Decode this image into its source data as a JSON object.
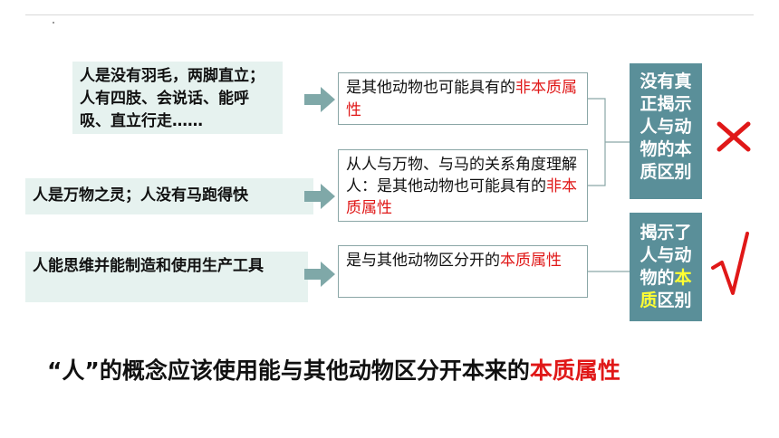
{
  "left_items": [
    {
      "text": "人是没有羽毛，两脚直立；人有四肢、会说话、能呼吸、直立行走……"
    },
    {
      "text": "人是万物之灵；人没有马跑得快"
    },
    {
      "text": "人能思维并能制造和使用生产工具"
    }
  ],
  "mid_items": [
    {
      "plain": "是其他动物也可能具有的",
      "highlight": "非本质属性"
    },
    {
      "plain": "从人与万物、与马的关系角度理解人：是其他动物也可能具有的",
      "highlight": "非本质属性"
    },
    {
      "plain": "是与其他动物区分开的",
      "highlight": "本质属性"
    }
  ],
  "right_items": [
    {
      "text": "没有真正揭示人与动物的本质区别"
    },
    {
      "pre": "揭示了人与动物的",
      "hl1": "本",
      "hl2": "质",
      "post": "区别"
    }
  ],
  "marks": {
    "wrong": "✕",
    "right": "√"
  },
  "conclusion": {
    "plain": "“人”的概念应该使用能与其他动物区分开本来的",
    "highlight": "本质属性"
  },
  "colors": {
    "teal": "#5a8f99",
    "red": "#e01818",
    "yellow": "#ffff33",
    "light_green": "#e6f2ef",
    "arrow": "#7fa8a8"
  }
}
